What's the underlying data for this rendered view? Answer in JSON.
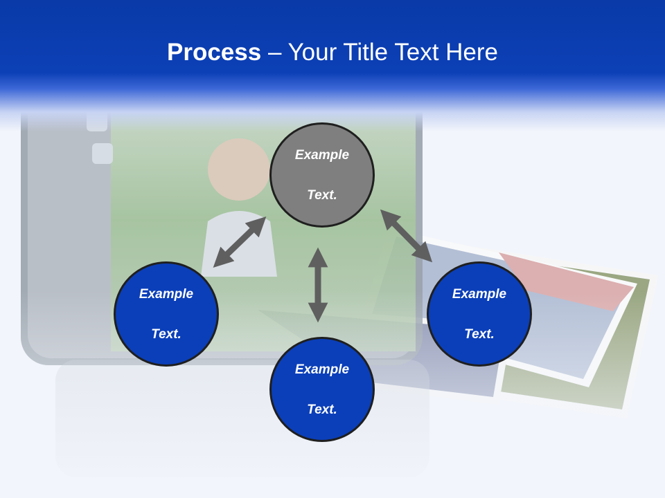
{
  "slide": {
    "title_bold": "Process",
    "title_rest": " – Your Title Text Here"
  },
  "nodes": {
    "top": {
      "line1": "Example",
      "line2": "Text."
    },
    "left": {
      "line1": "Example",
      "line2": "Text."
    },
    "right": {
      "line1": "Example",
      "line2": "Text."
    },
    "bottom": {
      "line1": "Example",
      "line2": "Text."
    }
  },
  "colors": {
    "header": "#0c40b6",
    "node_center": "#7f7f7f",
    "node_outer": "#0b3fb9",
    "arrow": "#5f5f5f"
  },
  "icons": [
    "double-arrow-icon"
  ]
}
